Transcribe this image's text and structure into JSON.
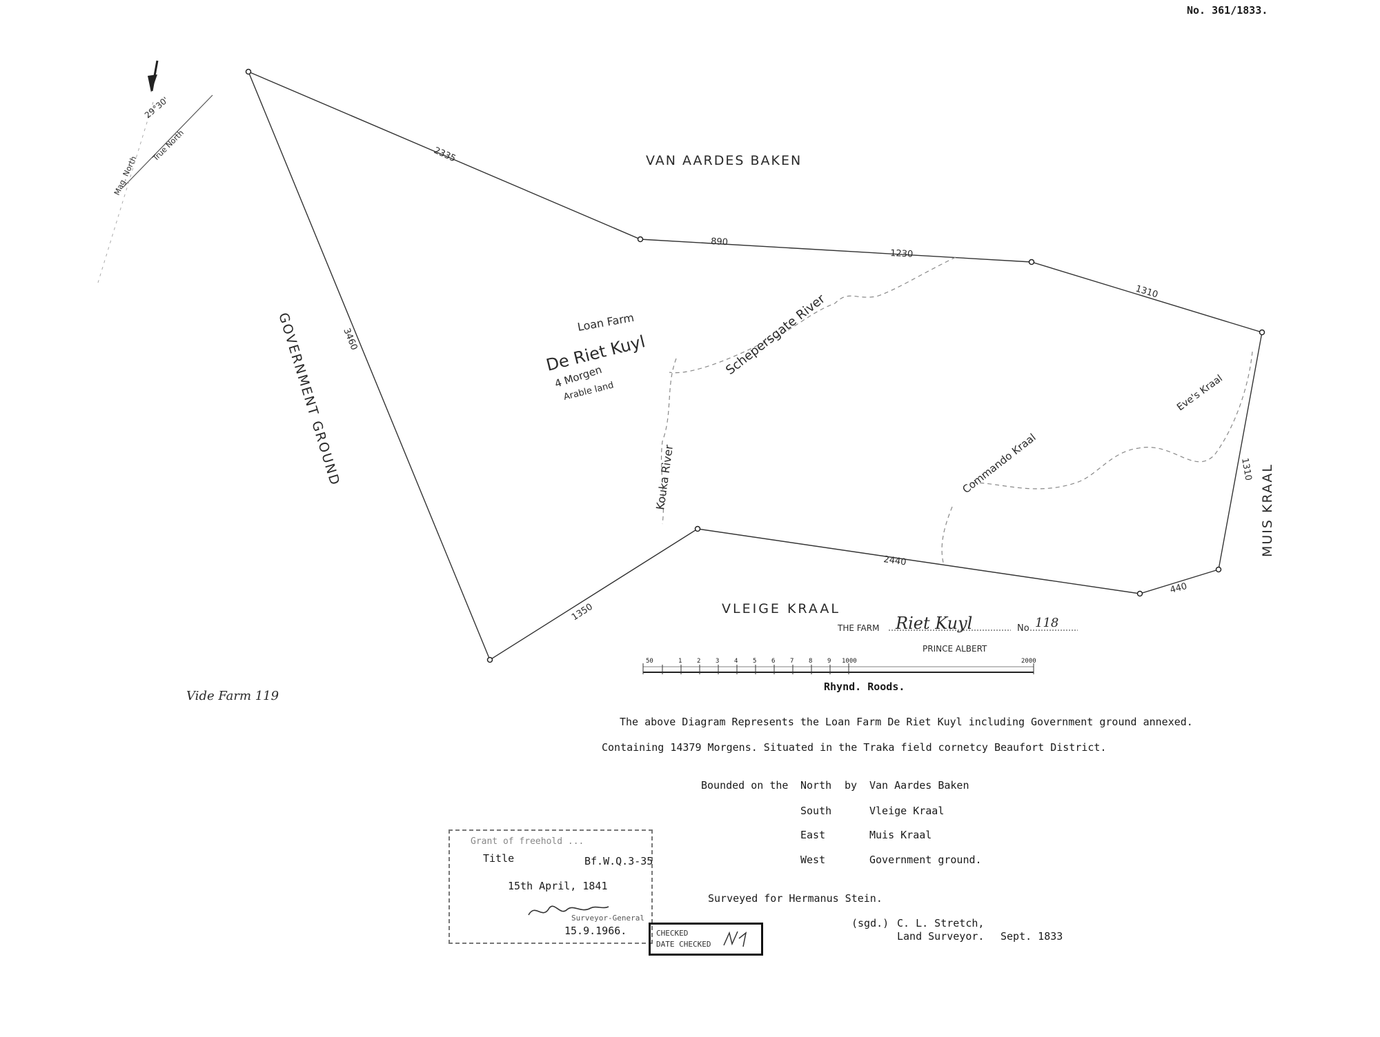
{
  "doc_number": "No. 361/1833.",
  "map_labels": {
    "north": "VAN AARDES BAKEN",
    "west": "GOVERNMENT GROUND",
    "east": "MUIS KRAAL",
    "south": "VLEIGE KRAAL",
    "loan_farm": "Loan Farm",
    "farm_name": "De Riet Kuyl",
    "morgen": "4 Morgen",
    "arable": "Arable land",
    "river1": "Schepersgate River",
    "river2": "Kouka River",
    "eves_kraal": "Eve's Kraal",
    "commando_kraal": "Commando Kraal",
    "vide_farm": "Vide Farm 119",
    "true_north": "True North",
    "magnetic_north": "Mag. North",
    "declination": "29°30'"
  },
  "side_lengths": {
    "nw": "2335",
    "n1": "890",
    "n2": "1230",
    "ne": "1310",
    "e": "1310",
    "se": "440",
    "s": "2440",
    "sw": "1350",
    "w": "3460"
  },
  "title_block": {
    "prefix": "THE FARM",
    "name": "Riet Kuyl",
    "no_label": "No",
    "no_value": "118",
    "division": "PRINCE ALBERT"
  },
  "scale": {
    "ticks": [
      "50",
      "1",
      "2",
      "3",
      "4",
      "5",
      "6",
      "7",
      "8",
      "9",
      "1000",
      "2000"
    ],
    "unit": "Rhynd. Roods."
  },
  "description": {
    "line1": "The above Diagram Represents the Loan Farm De Riet Kuyl including Government ground annexed.",
    "line2": "Containing 14379 Morgens.   Situated in the Traka field cornetcy Beaufort District."
  },
  "bounds": {
    "intro": "Bounded on the",
    "by": "by",
    "rows": [
      {
        "dir": "North",
        "name": "Van Aardes Baken"
      },
      {
        "dir": "South",
        "name": "Vleige Kraal"
      },
      {
        "dir": "East",
        "name": "Muis Kraal"
      },
      {
        "dir": "West",
        "name": "Government ground."
      }
    ]
  },
  "surveyed_for": "Surveyed for Hermanus Stein.",
  "signature": {
    "sgd": "(sgd.)",
    "name": "C. L. Stretch,",
    "title": "Land Surveyor.",
    "date": "Sept. 1833"
  },
  "stamp": {
    "header": "Grant of freehold ... ",
    "title_label": "Title",
    "title_ref": "Bf.W.Q.3-35",
    "date": "15th April, 1841",
    "surveyor_general": "Surveyor-General",
    "signed_date": "15.9.1966."
  },
  "checked_stamp": {
    "line1": "CHECKED",
    "line2": "DATE CHECKED"
  }
}
